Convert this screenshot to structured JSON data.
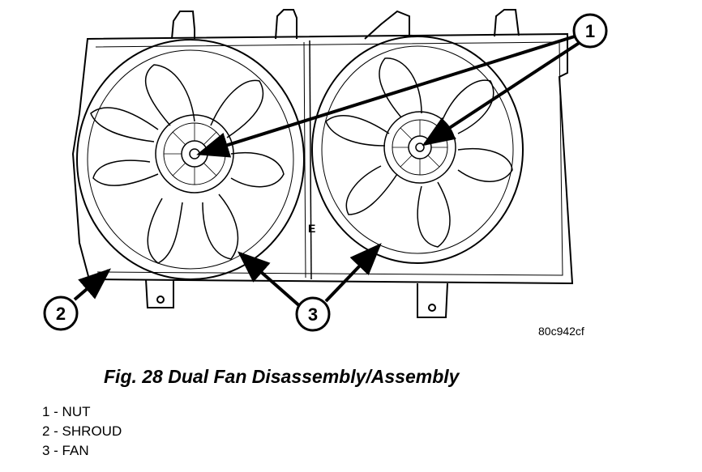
{
  "figure": {
    "caption": "Fig. 28 Dual Fan Disassembly/Assembly",
    "image_id": "80c942cf",
    "panel_mark": "E"
  },
  "callouts": [
    {
      "number": "1"
    },
    {
      "number": "2"
    },
    {
      "number": "3"
    }
  ],
  "legend": [
    {
      "text": "1 - NUT"
    },
    {
      "text": "2 - SHROUD"
    },
    {
      "text": "3 - FAN"
    }
  ]
}
